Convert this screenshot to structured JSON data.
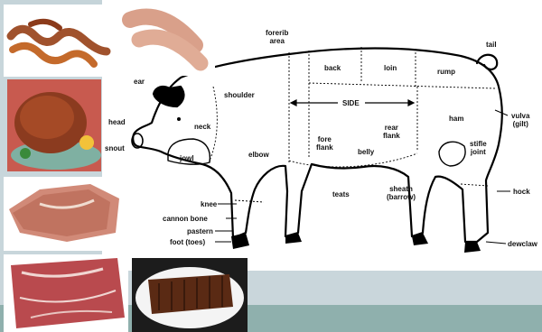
{
  "diagram": {
    "labels": {
      "ear": "ear",
      "shoulder": "shoulder",
      "foreribArea": "forerib\narea",
      "back": "back",
      "loin": "loin",
      "rump": "rump",
      "tail": "tail",
      "head": "head",
      "neck": "neck",
      "side": "SIDE",
      "ham": "ham",
      "vulva": "vulva\n(gilt)",
      "snout": "snout",
      "jowl": "jowl",
      "elbow": "elbow",
      "foreFlank": "fore\nflank",
      "rearFlank": "rear\nflank",
      "belly": "belly",
      "stifleJoint": "stifle\njoint",
      "teats": "teats",
      "sheath": "sheath\n(barrow)",
      "hock": "hock",
      "knee": "knee",
      "cannonBone": "cannon bone",
      "pastern": "pastern",
      "foot": "foot (toes)",
      "dewclaw": "dewclaw"
    }
  },
  "photos": [
    {
      "name": "bacon-photo"
    },
    {
      "name": "sausage-photo"
    },
    {
      "name": "ham-photo"
    },
    {
      "name": "shoulder-roast-photo"
    },
    {
      "name": "pork-butt-photo"
    },
    {
      "name": "ribs-photo"
    }
  ]
}
